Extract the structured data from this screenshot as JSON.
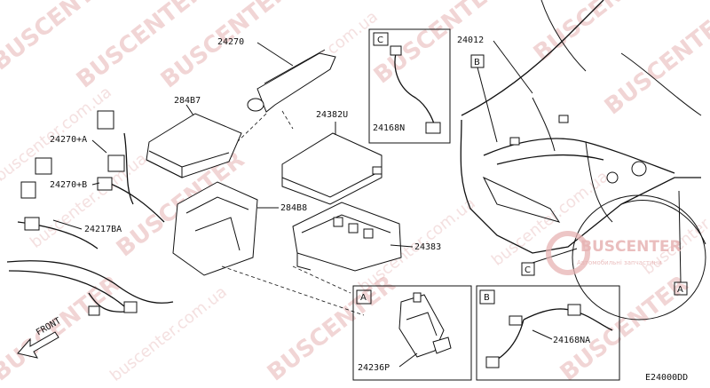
{
  "diagram": {
    "part_labels": {
      "p24270": "24270",
      "p284b7": "284B7",
      "p24382u": "24382U",
      "p24270a": "24270+A",
      "p24270b": "24270+B",
      "p24217ba": "24217BA",
      "p284b8": "284B8",
      "p24383": "24383",
      "p24012": "24012",
      "p24168n": "24168N",
      "p24236p": "24236P",
      "p24168na": "24168NA"
    },
    "callouts": {
      "a": "A",
      "b": "B",
      "c": "C"
    },
    "front_label": "FRONT",
    "diagram_code": "E24000DD"
  },
  "watermarks": {
    "brand": "BUSCENTER",
    "url": "buscenter.com.ua",
    "logo_text": "BUSCENTER",
    "logo_tagline": "Автомобильні запчастини",
    "color": "#e7b3b3"
  }
}
